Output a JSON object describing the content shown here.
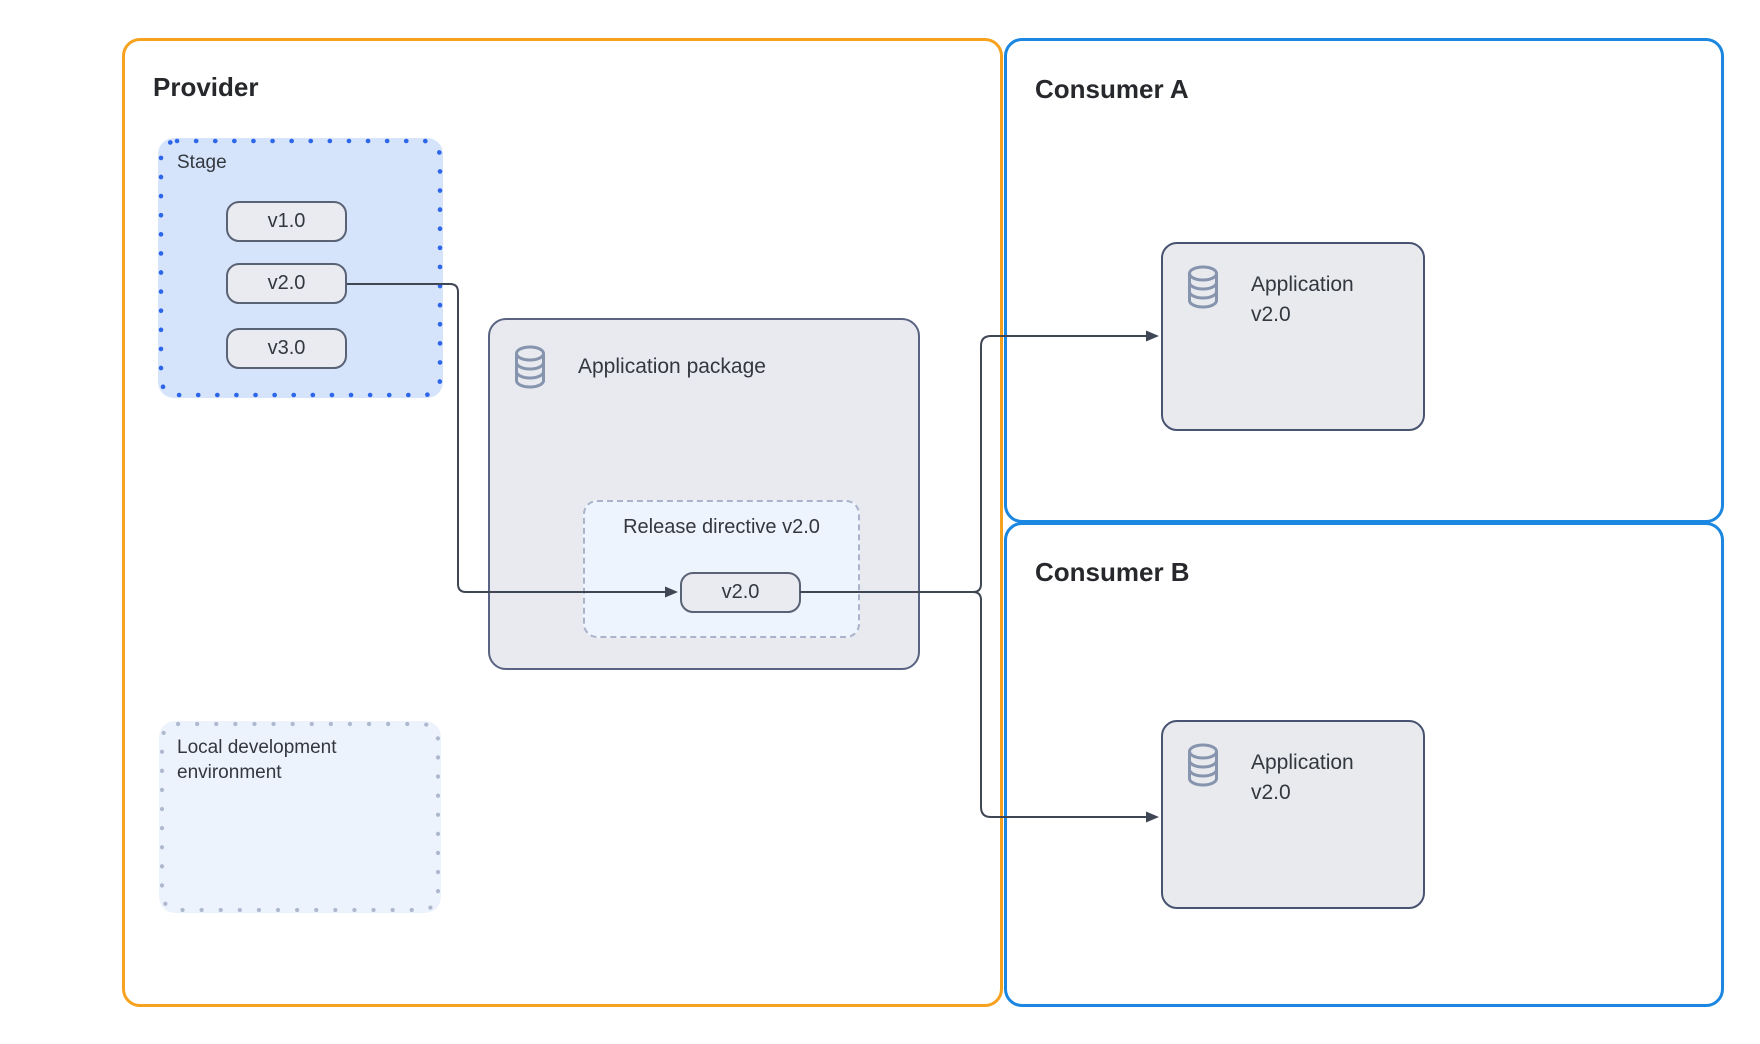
{
  "theme": {
    "provider_border": "#F6A21E",
    "consumer_border": "#1B87E0",
    "stage_fill": "#D6E4FB",
    "stage_dot": "#2D66E8",
    "chip_fill": "#E9EBF0",
    "chip_border": "#5A6375",
    "package_fill": "#E8EAEF",
    "package_border": "#5A6482",
    "release_fill": "#EEF4FD",
    "release_border": "#A9B3C9",
    "localdev_fill": "#EDF3FC",
    "localdev_dot": "#AEB8CF",
    "appbox_fill": "#E8EAEE",
    "appbox_border": "#475370",
    "icon_color": "#8794AE",
    "line_color": "#3F4754",
    "title_color": "#26282B",
    "text_color": "#33383F"
  },
  "provider": {
    "title": "Provider",
    "stage": {
      "label": "Stage",
      "versions": [
        "v1.0",
        "v2.0",
        "v3.0"
      ]
    },
    "application_package": {
      "label": "Application package",
      "icon": "database-icon",
      "release_directive": {
        "label": "Release directive v2.0",
        "version": "v2.0"
      }
    },
    "local_dev_label": "Local development environment"
  },
  "consumer_a": {
    "title": "Consumer A",
    "application": {
      "icon": "database-icon",
      "name": "Application",
      "version": "v2.0"
    }
  },
  "consumer_b": {
    "title": "Consumer B",
    "application": {
      "icon": "database-icon",
      "name": "Application",
      "version": "v2.0"
    }
  },
  "connections": [
    {
      "from": "stage-v2.0",
      "to": "release-directive-v2.0"
    },
    {
      "from": "release-directive-v2.0",
      "to": "consumer-a-application"
    },
    {
      "from": "release-directive-v2.0",
      "to": "consumer-b-application"
    }
  ]
}
